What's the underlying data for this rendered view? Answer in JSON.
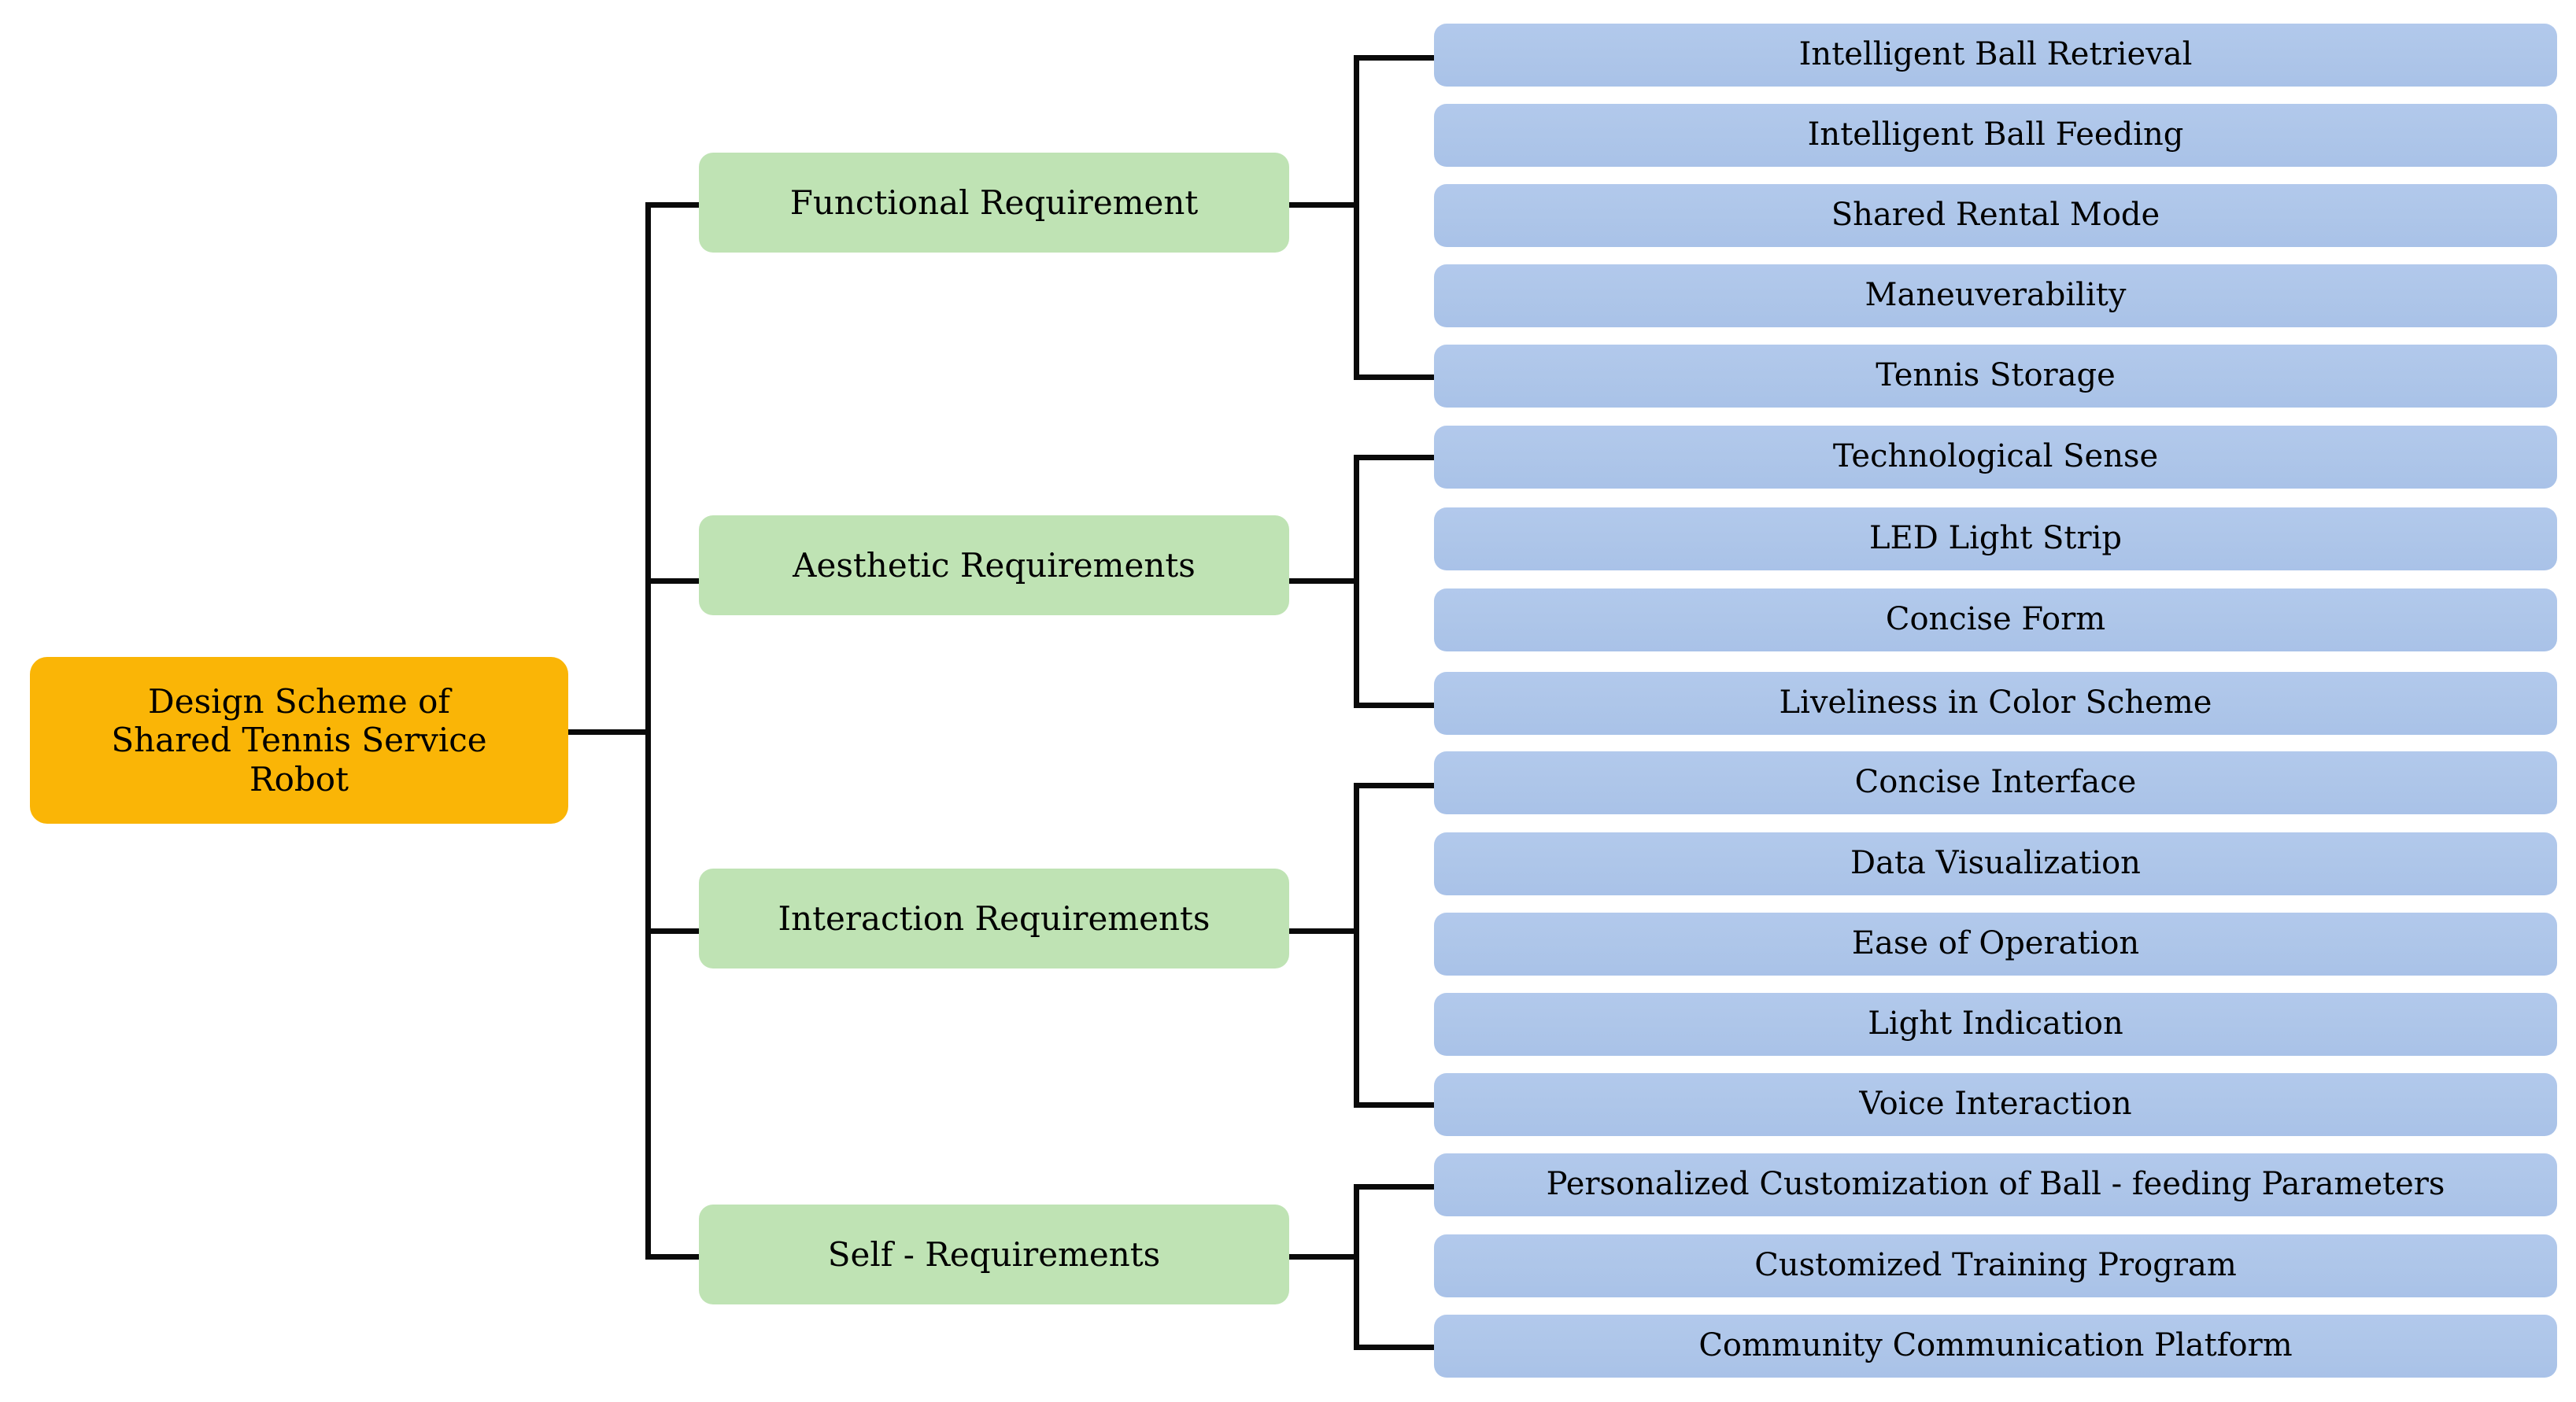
{
  "diagram": {
    "title": "Design Scheme of Shared Tennis Service Robot",
    "type": "mind-map",
    "orientation": "left-to-right",
    "colors": {
      "root_fill": "#fab506",
      "category_fill": "#bfe3b4",
      "leaf_fill": "#aec6e9",
      "connector": "#0a0a0a",
      "text": "#000000",
      "background": "#ffffff"
    }
  },
  "root": {
    "label": "Design Scheme of\nShared Tennis Service\nRobot",
    "line1": "Design Scheme of",
    "line2": "Shared Tennis Service",
    "line3": "Robot"
  },
  "categories": [
    {
      "label": "Functional Requirement",
      "leaves": [
        {
          "label": "Intelligent Ball Retrieval"
        },
        {
          "label": "Intelligent Ball Feeding"
        },
        {
          "label": "Shared Rental Mode"
        },
        {
          "label": "Maneuverability"
        },
        {
          "label": "Tennis Storage"
        }
      ]
    },
    {
      "label": "Aesthetic Requirements",
      "leaves": [
        {
          "label": "Technological Sense"
        },
        {
          "label": "LED Light Strip"
        },
        {
          "label": "Concise Form"
        },
        {
          "label": "Liveliness in Color Scheme"
        }
      ]
    },
    {
      "label": "Interaction Requirements",
      "leaves": [
        {
          "label": "Concise Interface"
        },
        {
          "label": "Data Visualization"
        },
        {
          "label": "Ease of Operation"
        },
        {
          "label": "Light Indication"
        },
        {
          "label": "Voice Interaction"
        }
      ]
    },
    {
      "label": "Self - Requirements",
      "leaves": [
        {
          "label": "Personalized Customization of Ball - feeding Parameters"
        },
        {
          "label": "Customized Training Program"
        },
        {
          "label": "Community Communication Platform"
        }
      ]
    }
  ]
}
